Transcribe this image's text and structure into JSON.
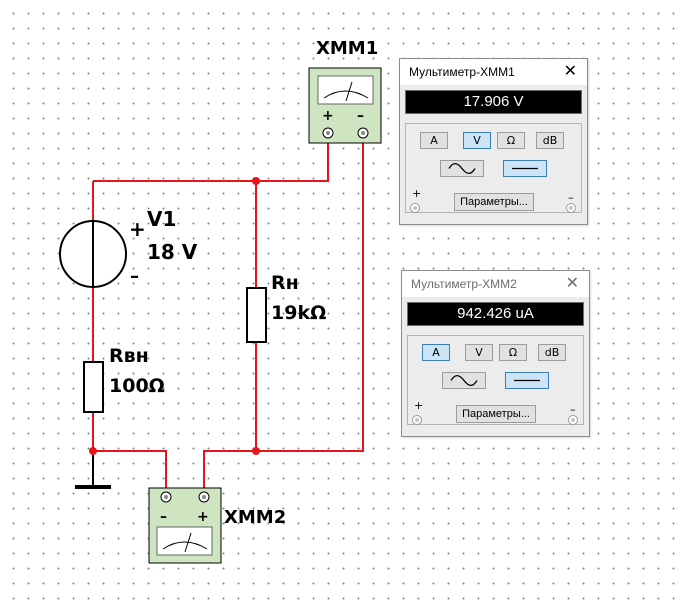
{
  "circuit": {
    "source": {
      "ref": "V1",
      "value": "18 V",
      "plus": "+",
      "minus": "–"
    },
    "r_internal": {
      "ref": "Rвн",
      "value": "100Ω"
    },
    "r_load": {
      "ref": "Rн",
      "value": "19kΩ"
    },
    "meter1_ref": "XMM1",
    "meter2_ref": "XMM2",
    "meter1_plus": "+",
    "meter1_minus": "–",
    "meter2_plus": "+",
    "meter2_minus": "–"
  },
  "multimeter1": {
    "title": "Мультиметр-XMM1",
    "reading": "17.906 V",
    "mode": "V",
    "buttons": {
      "amp": "A",
      "volt": "V",
      "ohm": "Ω",
      "db": "dB"
    },
    "params_label": "Параметры...",
    "plus": "+",
    "minus": "–",
    "close": "✕"
  },
  "multimeter2": {
    "title": "Мультиметр-XMM2",
    "reading": "942.426 uA",
    "mode": "A",
    "buttons": {
      "amp": "A",
      "volt": "V",
      "ohm": "Ω",
      "db": "dB"
    },
    "params_label": "Параметры...",
    "plus": "+",
    "minus": "–",
    "close": "✕"
  },
  "colors": {
    "wire": "#e8141c",
    "meter_body": "#cfe4c0",
    "display_bg": "#000000",
    "selected_btn": "#cce4f7"
  }
}
